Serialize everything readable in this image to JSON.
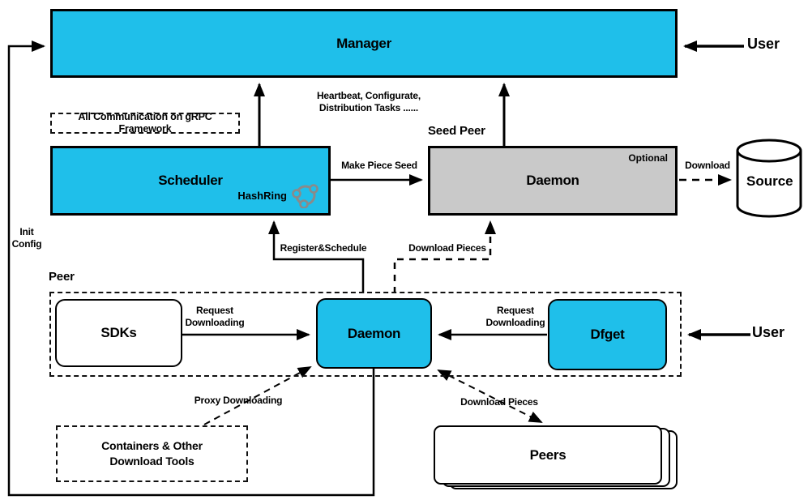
{
  "colors": {
    "accent": "#1fbfea",
    "seed_fill": "#c9c9c9",
    "line": "#000000",
    "ring": "#8a8a8a"
  },
  "nodes": {
    "manager": {
      "label": "Manager"
    },
    "scheduler": {
      "label": "Scheduler",
      "hashring_label": "HashRing"
    },
    "grpc_note": {
      "label": "All Communication on gRPC Framework"
    },
    "seed_peer": {
      "section_label": "Seed Peer",
      "daemon_label": "Daemon",
      "optional_label": "Optional"
    },
    "source": {
      "label": "Source"
    },
    "peer": {
      "section_label": "Peer",
      "sdks_label": "SDKs",
      "daemon_label": "Daemon",
      "dfget_label": "Dfget"
    },
    "containers": {
      "label": "Containers & Other\nDownload Tools"
    },
    "peers": {
      "label": "Peers"
    }
  },
  "actors": {
    "user_top": "User",
    "user_bottom": "User"
  },
  "edges": {
    "init_config": "Init\nConfig",
    "heartbeat": "Heartbeat, Configurate,\nDistribution Tasks ......",
    "make_piece_seed": "Make Piece Seed",
    "download": "Download",
    "register_schedule": "Register&Schedule",
    "download_pieces_top": "Download Pieces",
    "request_downloading_left": "Request\nDownloading",
    "request_downloading_right": "Request\nDownloading",
    "proxy_downloading": "Proxy Downloading",
    "download_pieces_bottom": "Download Pieces"
  }
}
